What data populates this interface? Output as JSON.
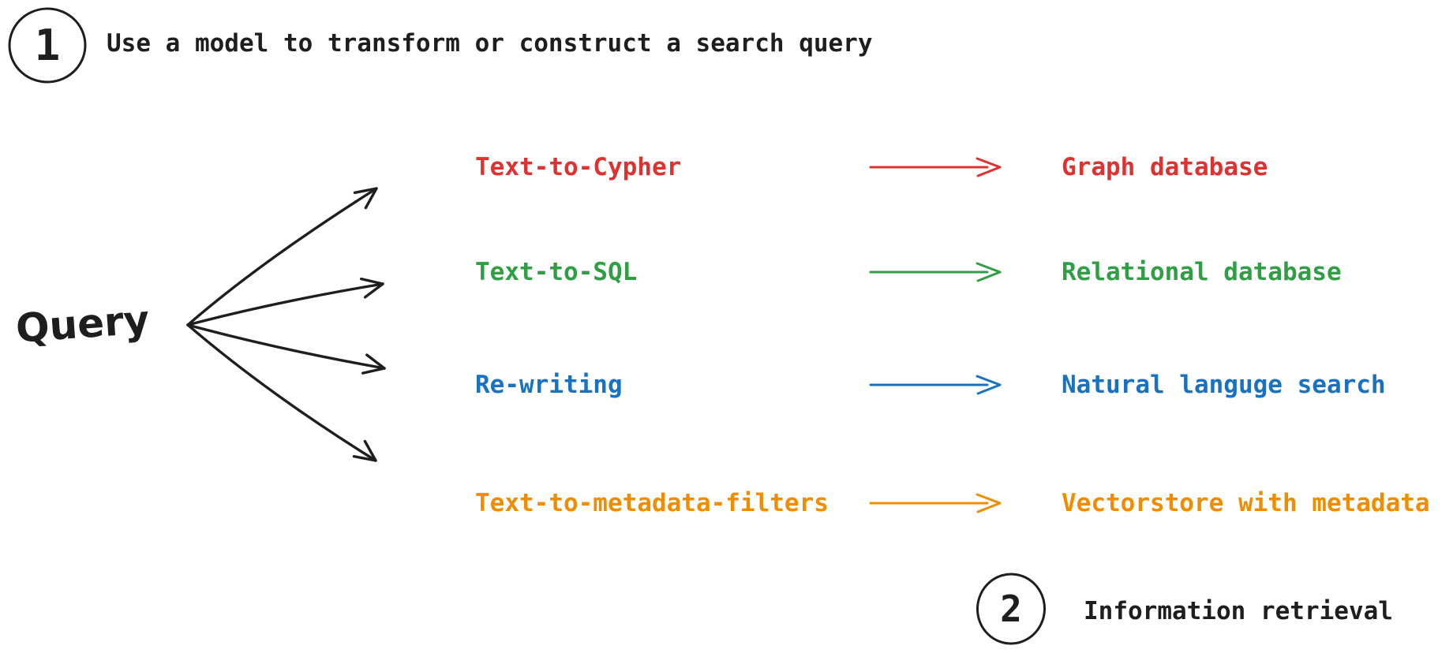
{
  "canvas": {
    "background": "#ffffff",
    "ink_color": "#1e1e1e"
  },
  "steps": [
    {
      "number": "1",
      "label": "Use a model to transform or construct a search query"
    },
    {
      "number": "2",
      "label": "Information retrieval"
    }
  ],
  "query_node": {
    "label": "Query"
  },
  "rows": [
    {
      "technique": "Text-to-Cypher",
      "target": "Graph database",
      "color": "#e03131"
    },
    {
      "technique": "Text-to-SQL",
      "target": "Relational database",
      "color": "#2f9e44"
    },
    {
      "technique": "Re-writing",
      "target": "Natural languge search",
      "color": "#1971c2"
    },
    {
      "technique": "Text-to-metadata-filters",
      "target": "Vectorstore with metadata",
      "color": "#f08c00"
    }
  ]
}
